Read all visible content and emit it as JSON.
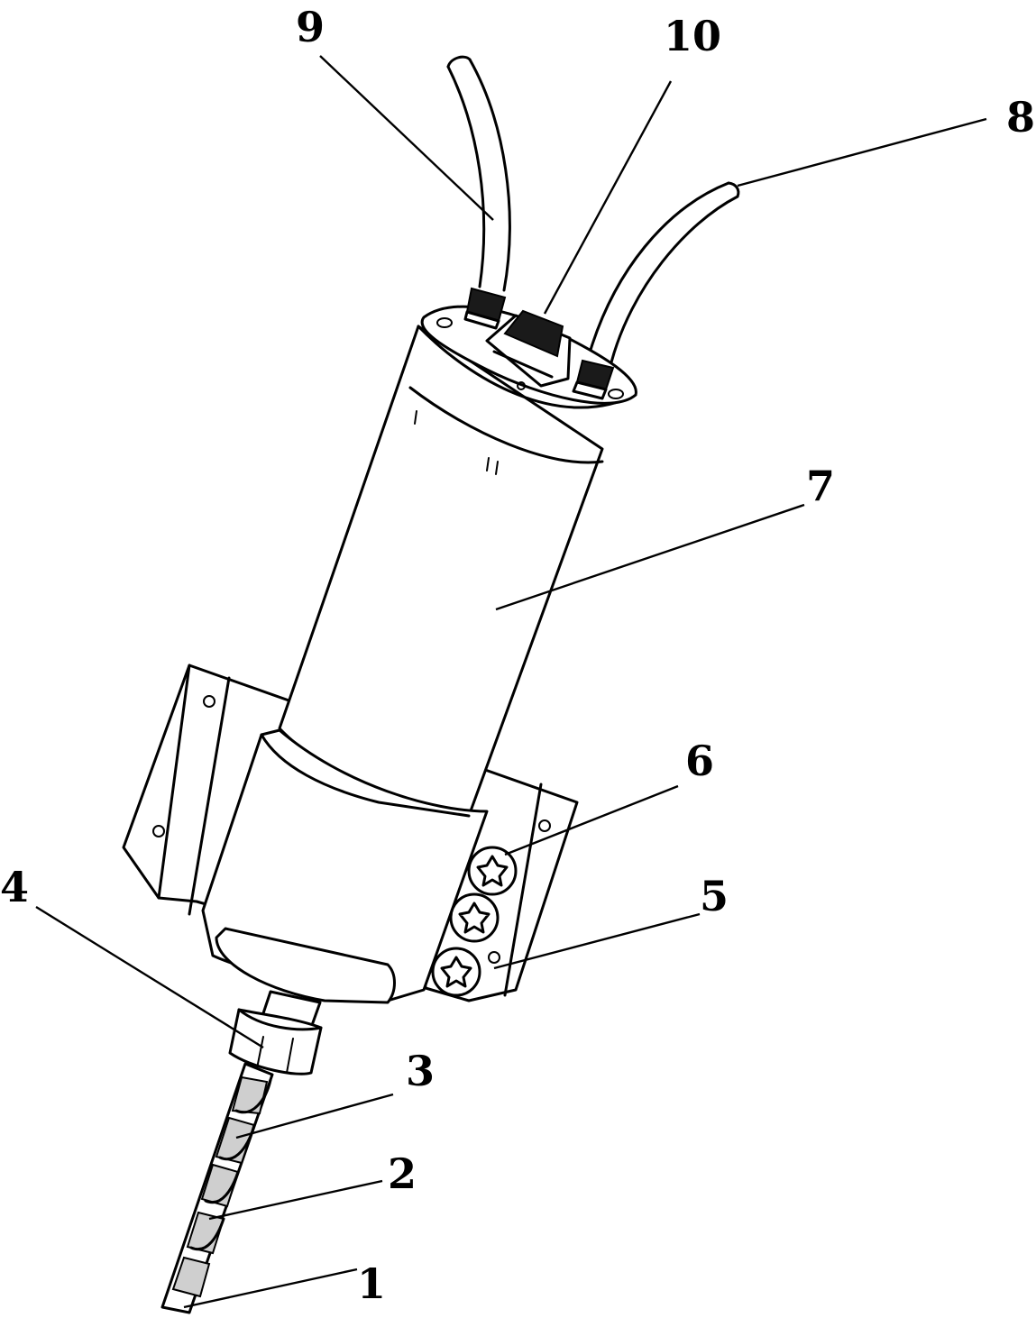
{
  "labels": {
    "p1": "1",
    "p2": "2",
    "p3": "3",
    "p4": "4",
    "p5": "5",
    "p6": "6",
    "p7": "7",
    "p8": "8",
    "p9": "9",
    "p10": "10"
  }
}
